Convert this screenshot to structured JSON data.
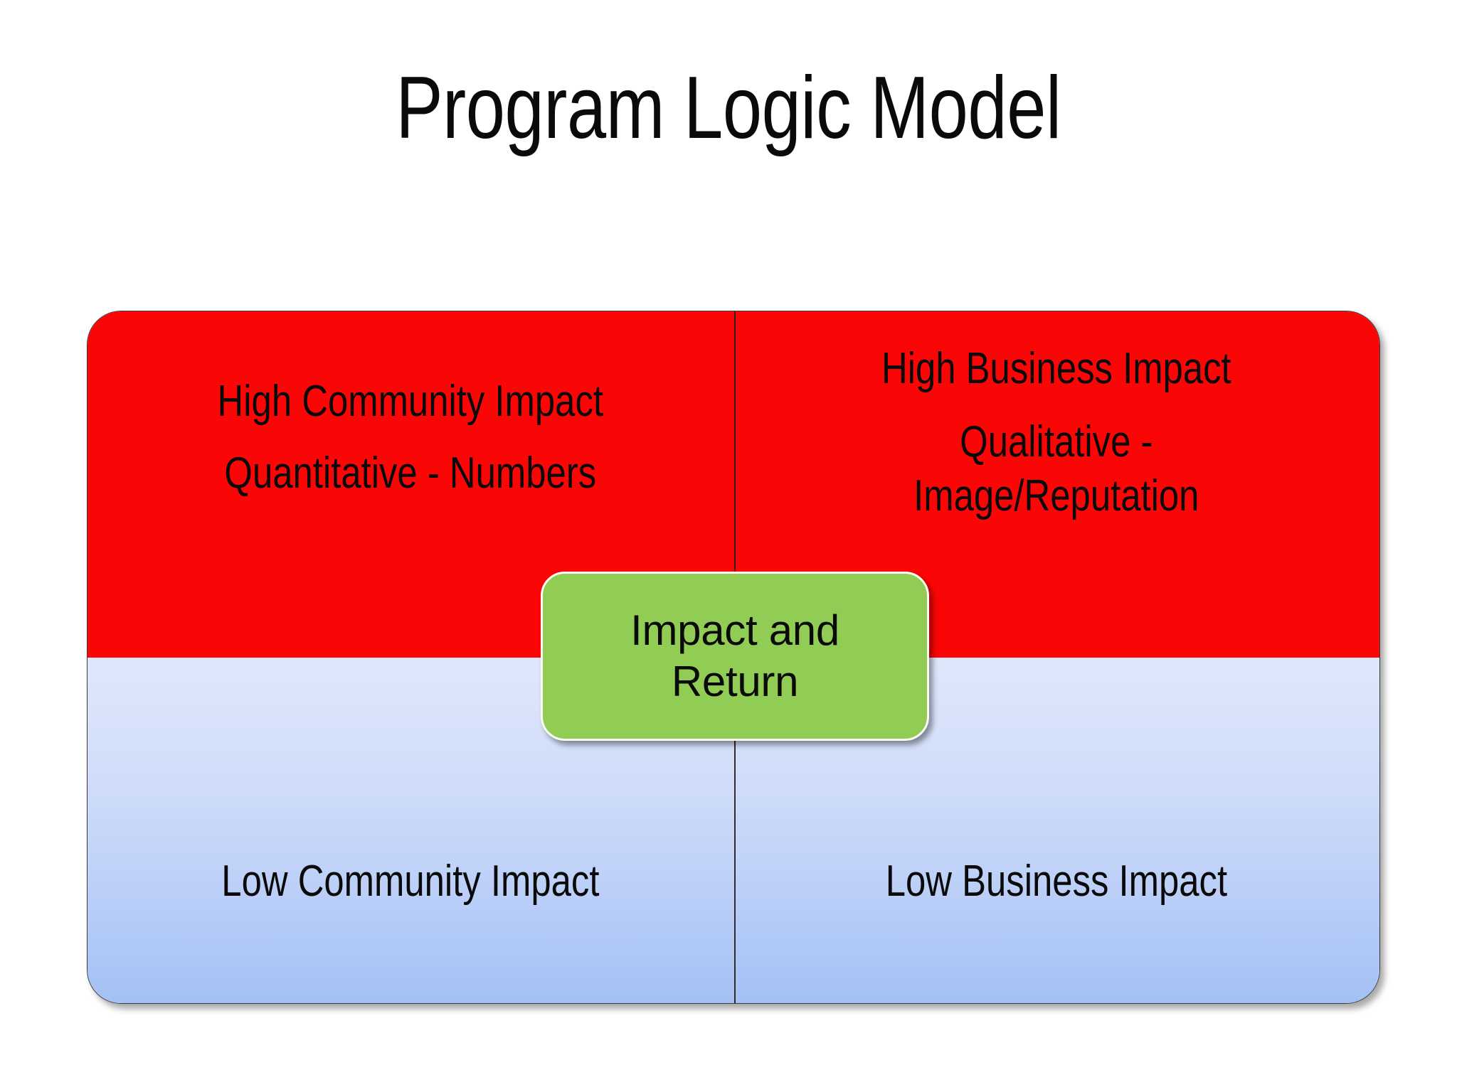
{
  "slide": {
    "title": "Program Logic Model",
    "background_color": "#FFFFFF"
  },
  "matrix": {
    "high_color": "#FB0606",
    "low_color_top": "#DFE7FB",
    "low_color_bottom": "#A3C1F4",
    "divider_color": "#2E2020",
    "quadrants": {
      "top_left": {
        "heading": "High Community Impact",
        "detail": "Quantitative - Numbers"
      },
      "top_right": {
        "heading": "High Business Impact",
        "detail_line1": "Qualitative -",
        "detail_line2": "Image/Reputation"
      },
      "bottom_left": {
        "heading": "Low Community Impact"
      },
      "bottom_right": {
        "heading": "Low Business Impact"
      }
    }
  },
  "center_callout": {
    "label": "Impact and\nReturn",
    "fill_color": "#91CD54",
    "border_color": "#FDFDF6"
  }
}
